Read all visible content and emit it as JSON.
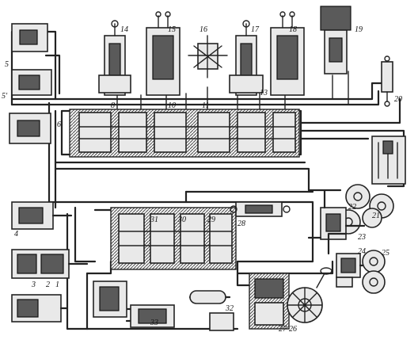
{
  "labels": {
    "l1": "1",
    "l2": "2",
    "l3": "3",
    "l4": "4",
    "l5": "5",
    "l5b": "5'",
    "l6": "6",
    "l8": "8",
    "l10": "10",
    "l11": "11",
    "l13": "13",
    "l14": "14",
    "l15": "15",
    "l16": "16",
    "l17": "17",
    "l18": "18",
    "l19": "19",
    "l20": "20",
    "l21": "21",
    "l22": "22",
    "l23": "23",
    "l24": "24",
    "l25": "25",
    "l26": "26",
    "l27": "27",
    "l28": "28",
    "l29": "29",
    "l30": "30",
    "l31": "31",
    "l32": "32",
    "l33": "33"
  },
  "colors": {
    "line": "#222222",
    "fill": "#e9e9e9",
    "dark": "#5a5a5a",
    "background": "#ffffff"
  }
}
